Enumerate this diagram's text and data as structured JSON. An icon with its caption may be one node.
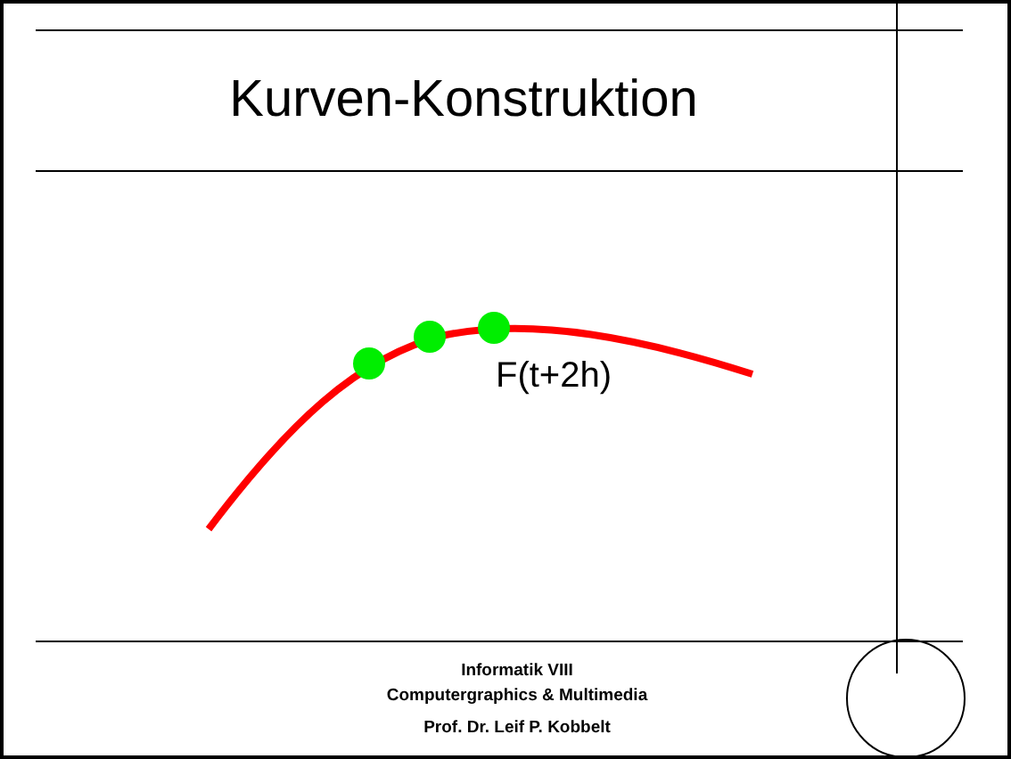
{
  "diagram": {
    "title": "Kurven-Konstruktion",
    "labels": [
      "F(t+2h)",
      "Informatik VIII",
      "Computergraphics & Multimedia",
      "Prof. Dr. Leif P. Kobbelt"
    ]
  }
}
